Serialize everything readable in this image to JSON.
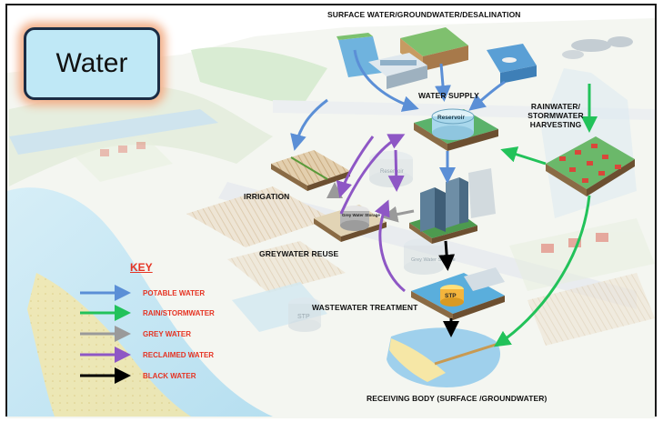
{
  "title": "Water",
  "labels": {
    "top": "SURFACE WATER/GROUNDWATER/DESALINATION",
    "water_supply": "WATER SUPPLY",
    "harvesting": "RAINWATER/ STORMWATER HARVESTING",
    "irrigation": "IRRIGATION",
    "greywater_reuse": "GREYWATER REUSE",
    "wastewater": "WASTEWATER TREATMENT",
    "receiving": "RECEIVING BODY (SURFACE /GROUNDWATER)"
  },
  "tanks": {
    "reservoir": "Reservoir",
    "grey_storage": "Grey Water Storage",
    "stp": "STP",
    "stp_faded": "STP",
    "grey_faded": "Grey Water Storage",
    "reservoir_faded": "Reservoir"
  },
  "key": {
    "title": "KEY",
    "items": [
      {
        "label": "POTABLE WATER",
        "color": "#5b8fd6"
      },
      {
        "label": "RAIN/STORMWATER",
        "color": "#22c25a"
      },
      {
        "label": "GREY WATER",
        "color": "#9a9a9a"
      },
      {
        "label": "RECLAIMED WATER",
        "color": "#8e57c5"
      },
      {
        "label": "BLACK WATER",
        "color": "#000000"
      }
    ]
  }
}
